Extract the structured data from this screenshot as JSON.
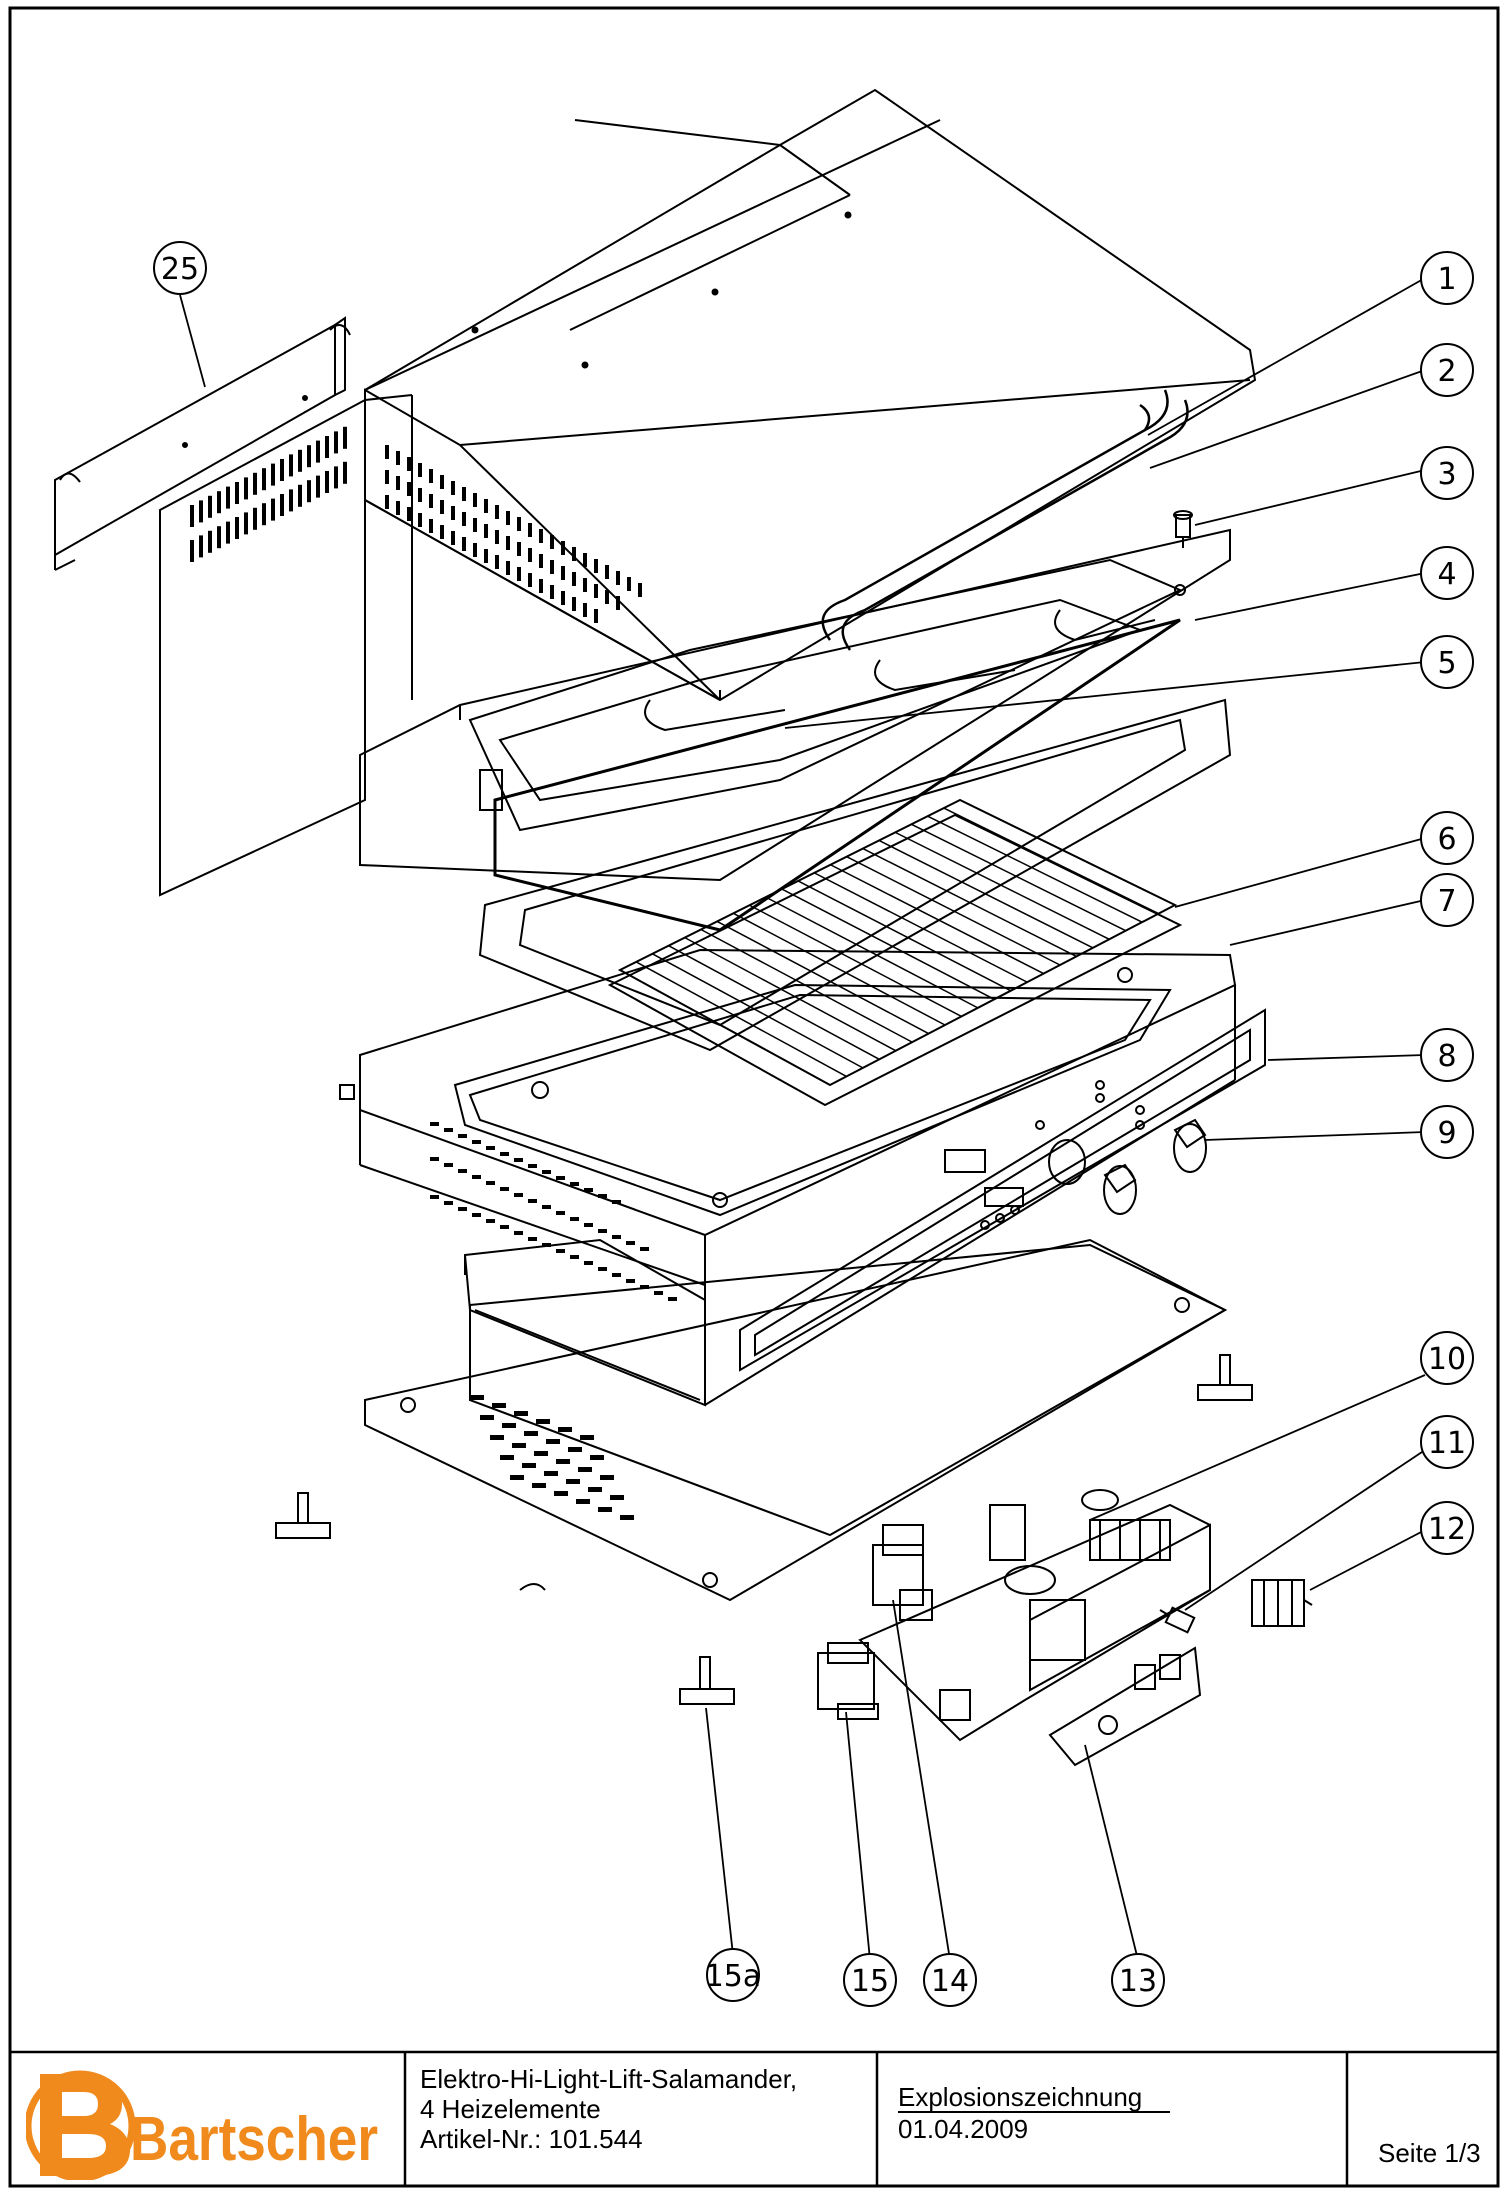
{
  "callouts": [
    {
      "id": "c1",
      "label": "1"
    },
    {
      "id": "c2",
      "label": "2"
    },
    {
      "id": "c3",
      "label": "3"
    },
    {
      "id": "c4",
      "label": "4"
    },
    {
      "id": "c5",
      "label": "5"
    },
    {
      "id": "c6",
      "label": "6"
    },
    {
      "id": "c7",
      "label": "7"
    },
    {
      "id": "c8",
      "label": "8"
    },
    {
      "id": "c9",
      "label": "9"
    },
    {
      "id": "c10",
      "label": "10"
    },
    {
      "id": "c11",
      "label": "11"
    },
    {
      "id": "c12",
      "label": "12"
    },
    {
      "id": "c13",
      "label": "13"
    },
    {
      "id": "c14",
      "label": "14"
    },
    {
      "id": "c15",
      "label": "15"
    },
    {
      "id": "c15a",
      "label": "15a"
    },
    {
      "id": "c25",
      "label": "25"
    }
  ],
  "title_block": {
    "logo_text": "Bartscher",
    "logo_color": "#F08A1C",
    "product_line1": "Elektro-Hi-Light-Lift-Salamander,",
    "product_line2": "4 Heizelemente",
    "product_line3": "Artikel-Nr.: 101.544",
    "drawing_type": "Explosionszeichnung",
    "date": "01.04.2009",
    "page": "Seite 1/3"
  }
}
